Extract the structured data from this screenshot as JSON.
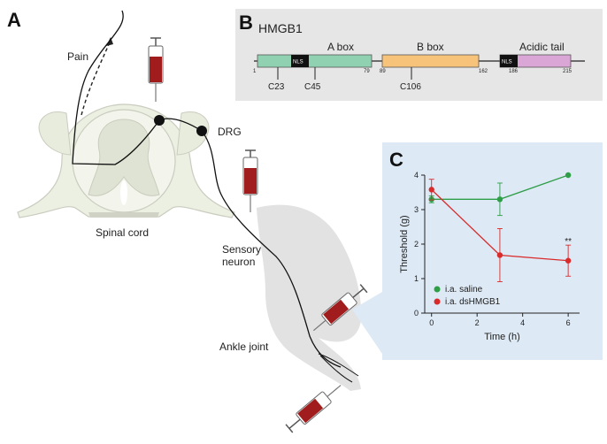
{
  "panel_labels": {
    "a": "A",
    "b": "B",
    "c": "C"
  },
  "panel_a": {
    "pain": "Pain",
    "drg": "DRG",
    "spinal_cord": "Spinal cord",
    "sensory_neuron_line1": "Sensory",
    "sensory_neuron_line2": "neuron",
    "ankle_joint": "Ankle joint"
  },
  "panel_b": {
    "title": "HMGB1",
    "domains": {
      "a_box": "A box",
      "b_box": "B box",
      "acidic_tail": "Acidic tail",
      "nls": "NLS"
    },
    "positions": {
      "p1": "1",
      "p79": "79",
      "p89": "89",
      "p162": "162",
      "p186": "186",
      "p215": "215"
    },
    "cysteines": {
      "c23": "C23",
      "c45": "C45",
      "c106": "C106"
    },
    "colors": {
      "a_box": "#8fd1b0",
      "b_box": "#f7c27a",
      "acidic_tail": "#d9a6d6",
      "nls": "#111111",
      "background": "#e6e6e6"
    }
  },
  "chart_data": {
    "type": "line",
    "xlabel": "Time (h)",
    "ylabel": "Threshold (g)",
    "xlim": [
      -0.3,
      6.5
    ],
    "ylim": [
      0,
      4
    ],
    "xticks": [
      "0",
      "2",
      "4",
      "6"
    ],
    "yticks": [
      "0",
      "1",
      "2",
      "3",
      "4"
    ],
    "series": [
      {
        "name": "i.a. saline",
        "color": "#2e9e47",
        "x": [
          0,
          3,
          6
        ],
        "y": [
          3.3,
          3.3,
          4.0
        ],
        "err": [
          0.1,
          0.47,
          0.0
        ]
      },
      {
        "name": "i.a. dsHMGB1",
        "color": "#d92b2b",
        "x": [
          0,
          3,
          6
        ],
        "y": [
          3.58,
          1.68,
          1.52
        ],
        "err": [
          0.3,
          0.77,
          0.45
        ]
      }
    ],
    "annotations": [
      {
        "text": "**",
        "x": 6
      }
    ],
    "background": "#dde9f5"
  }
}
